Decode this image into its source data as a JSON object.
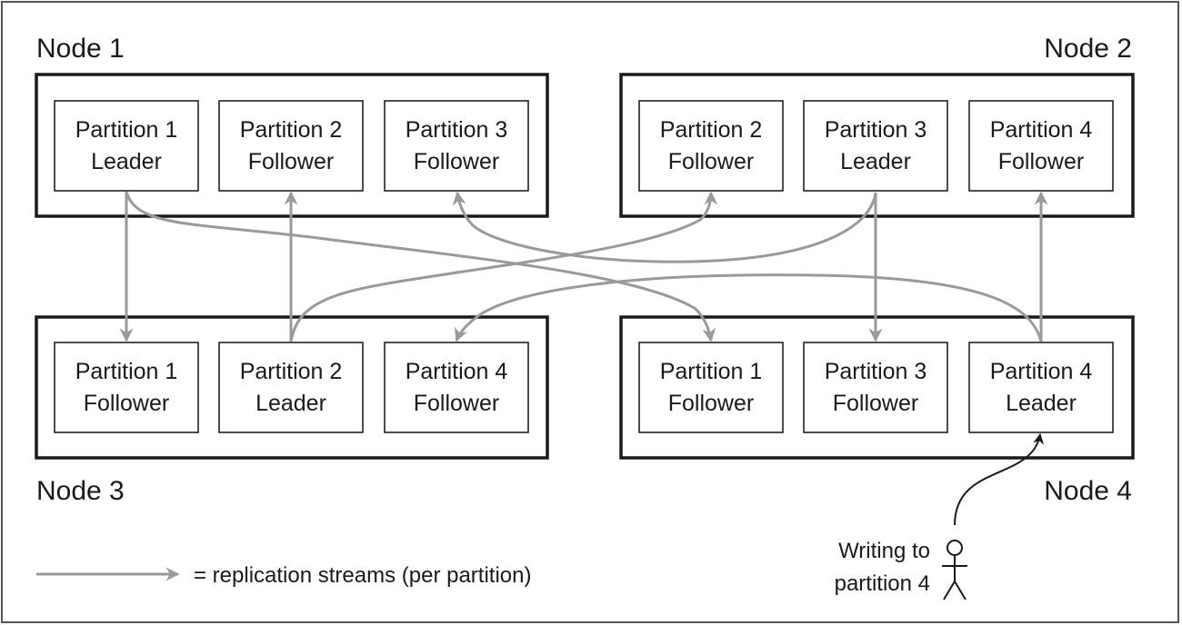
{
  "nodes": [
    {
      "label": "Node 1",
      "partitions": [
        {
          "line1": "Partition 1",
          "line2": "Leader"
        },
        {
          "line1": "Partition 2",
          "line2": "Follower"
        },
        {
          "line1": "Partition 3",
          "line2": "Follower"
        }
      ]
    },
    {
      "label": "Node 2",
      "partitions": [
        {
          "line1": "Partition 2",
          "line2": "Follower"
        },
        {
          "line1": "Partition 3",
          "line2": "Leader"
        },
        {
          "line1": "Partition 4",
          "line2": "Follower"
        }
      ]
    },
    {
      "label": "Node 3",
      "partitions": [
        {
          "line1": "Partition 1",
          "line2": "Follower"
        },
        {
          "line1": "Partition 2",
          "line2": "Leader"
        },
        {
          "line1": "Partition 4",
          "line2": "Follower"
        }
      ]
    },
    {
      "label": "Node 4",
      "partitions": [
        {
          "line1": "Partition 1",
          "line2": "Follower"
        },
        {
          "line1": "Partition 3",
          "line2": "Follower"
        },
        {
          "line1": "Partition 4",
          "line2": "Leader"
        }
      ]
    }
  ],
  "legend": {
    "text": "= replication streams (per partition)"
  },
  "actor": {
    "line1": "Writing to",
    "line2": "partition 4"
  },
  "colors": {
    "stream": "#9a9a9a",
    "box_border": "#1a1a1a",
    "text": "#1a1a1a"
  }
}
